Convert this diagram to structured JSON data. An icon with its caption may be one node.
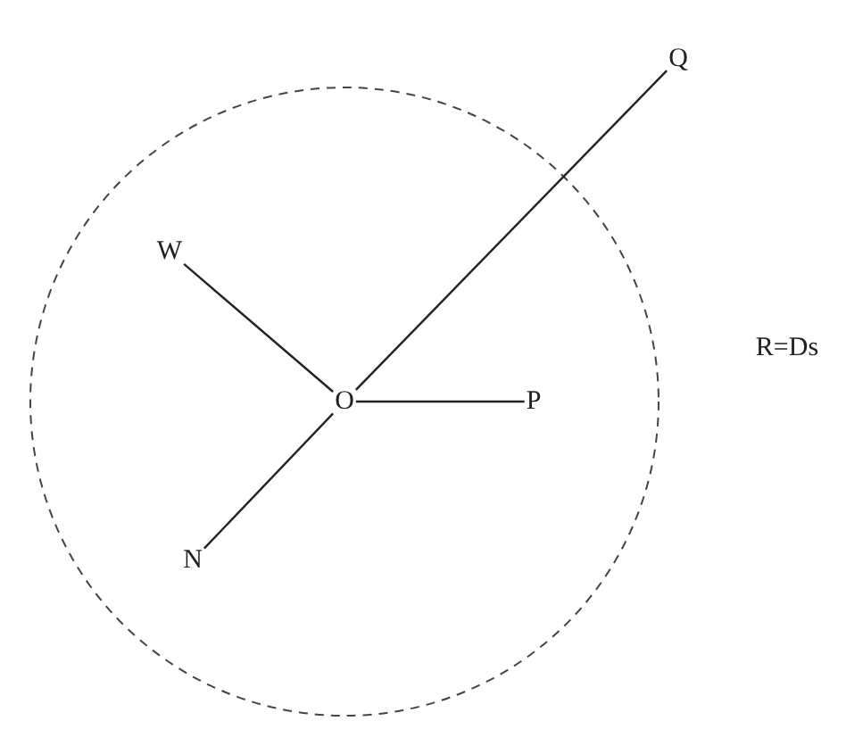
{
  "diagram": {
    "nodes": [
      {
        "text": [
          "Q"
        ]
      },
      {
        "text": [
          "W"
        ]
      },
      {
        "text": [
          "O"
        ]
      },
      {
        "text": [
          "P"
        ]
      },
      {
        "text": [
          "N"
        ]
      }
    ],
    "edges": [
      {
        "from": 2,
        "to": 0,
        "arrow": "none"
      },
      {
        "from": 2,
        "to": 1,
        "arrow": "none"
      },
      {
        "from": 2,
        "to": 3,
        "arrow": "none"
      },
      {
        "from": 2,
        "to": 4,
        "arrow": "none"
      }
    ],
    "labels": [
      "R=Ds"
    ]
  }
}
